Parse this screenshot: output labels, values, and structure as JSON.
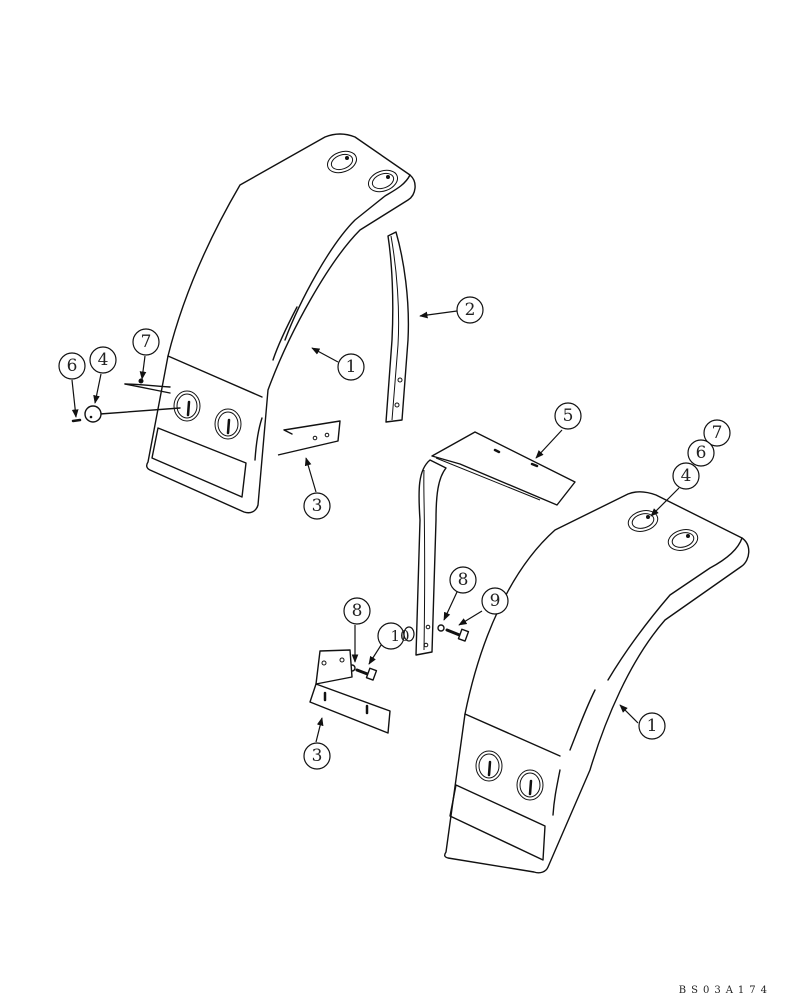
{
  "diagram": {
    "type": "exploded-parts-diagram",
    "subject": "Fender assemblies with mounting brackets and lamps",
    "drawing_id": "BS03A174",
    "callouts": [
      {
        "id": "c1a",
        "label": "1",
        "part": "fender-left"
      },
      {
        "id": "c2",
        "label": "2",
        "part": "fender-support-left"
      },
      {
        "id": "c3a",
        "label": "3",
        "part": "bracket-left"
      },
      {
        "id": "c4a",
        "label": "4",
        "part": "lamp-lens-left"
      },
      {
        "id": "c6a",
        "label": "6",
        "part": "screw-left"
      },
      {
        "id": "c7a",
        "label": "7",
        "part": "reflector-left"
      },
      {
        "id": "c5",
        "label": "5",
        "part": "fender-support-right"
      },
      {
        "id": "c7b",
        "label": "7",
        "part": "reflector-right"
      },
      {
        "id": "c6b",
        "label": "6",
        "part": "screw-right"
      },
      {
        "id": "c4b",
        "label": "4",
        "part": "lamp-lens-right"
      },
      {
        "id": "c8a",
        "label": "8",
        "part": "washer-right-support"
      },
      {
        "id": "c9",
        "label": "9",
        "part": "bolt-right-support"
      },
      {
        "id": "c8b",
        "label": "8",
        "part": "washer-bracket"
      },
      {
        "id": "c10",
        "label": "10",
        "part": "bolt-bracket"
      },
      {
        "id": "c3b",
        "label": "3",
        "part": "bracket-right"
      },
      {
        "id": "c1b",
        "label": "1",
        "part": "fender-right"
      }
    ]
  }
}
